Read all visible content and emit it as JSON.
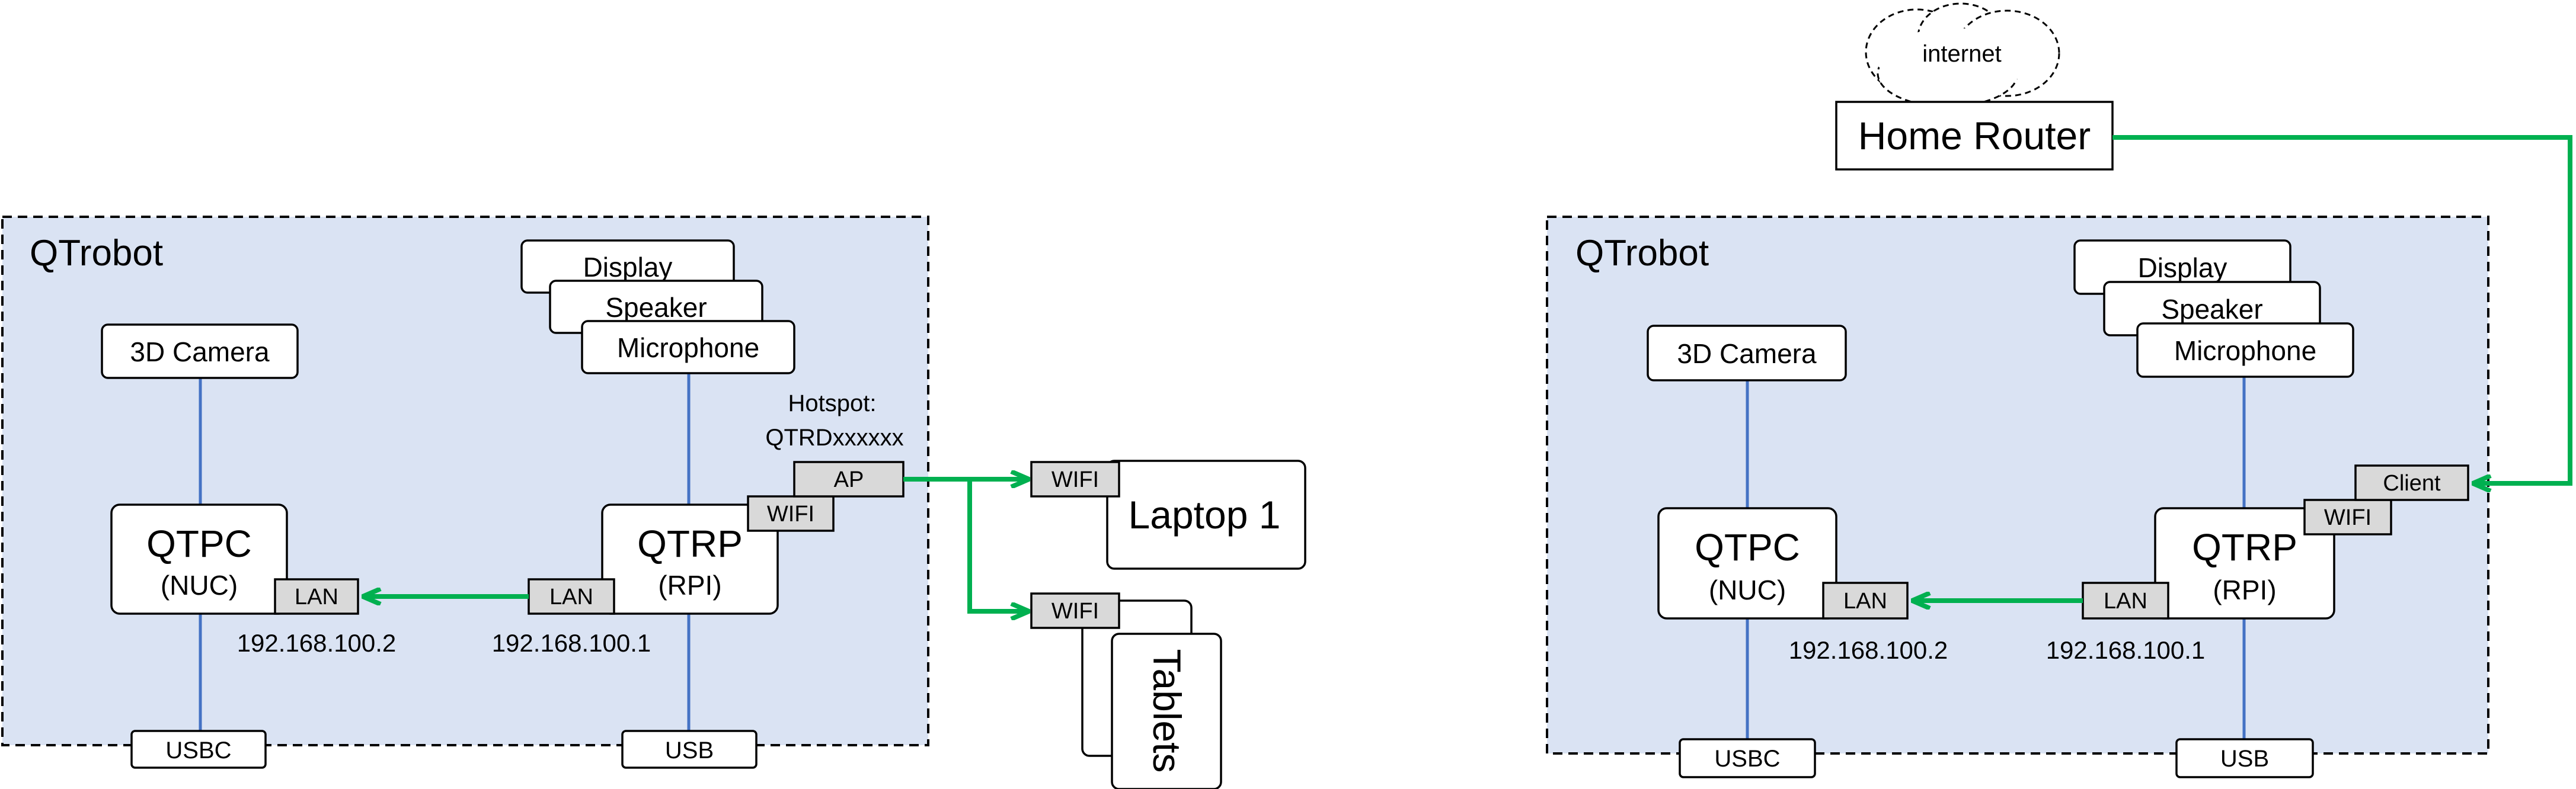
{
  "colors": {
    "frame_fill": "#dae3f3",
    "line_blue": "#4472c4",
    "link_green": "#00b050",
    "port_fill": "#d9d9d9"
  },
  "left": {
    "title": "QTrobot",
    "display": "Display",
    "speaker": "Speaker",
    "microphone": "Microphone",
    "camera": "3D Camera",
    "qtpc": "QTPC",
    "nuc": "(NUC)",
    "qtrp": "QTRP",
    "rpi": "(RPI)",
    "lan_pc": "LAN",
    "lan_rp": "LAN",
    "wifi_rp": "WIFI",
    "ap": "AP",
    "hotspot_1": "Hotspot:",
    "hotspot_2": "QTRDxxxxxx",
    "ip_pc": "192.168.100.2",
    "ip_rp": "192.168.100.1",
    "usbc": "USBC",
    "usb": "USB",
    "laptop_wifi": "WIFI",
    "laptop": "Laptop 1",
    "tablets_wifi": "WIFI",
    "tablets": "Tablets"
  },
  "right": {
    "internet": "internet",
    "router": "Home Router",
    "title": "QTrobot",
    "display": "Display",
    "speaker": "Speaker",
    "microphone": "Microphone",
    "camera": "3D Camera",
    "qtpc": "QTPC",
    "nuc": "(NUC)",
    "qtrp": "QTRP",
    "rpi": "(RPI)",
    "lan_pc": "LAN",
    "lan_rp": "LAN",
    "wifi_rp": "WIFI",
    "client": "Client",
    "ip_pc": "192.168.100.2",
    "ip_rp": "192.168.100.1",
    "usbc": "USBC",
    "usb": "USB"
  }
}
